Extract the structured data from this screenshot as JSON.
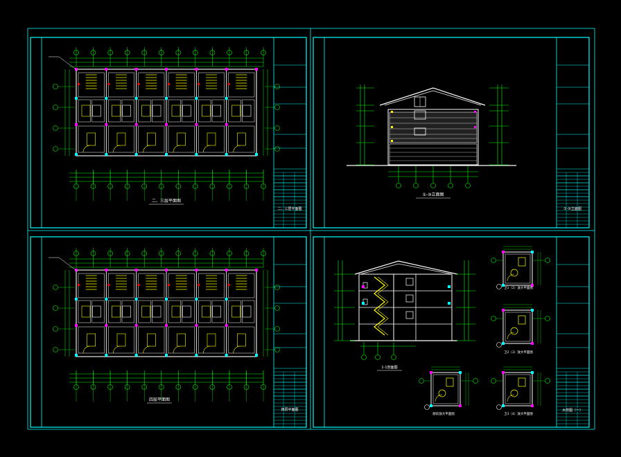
{
  "sheets": [
    {
      "id": "sheet-1",
      "drawing_caption": "二、三层平面图",
      "title_block_label": "二、三层平面图"
    },
    {
      "id": "sheet-2",
      "drawing_caption": "①-⑩立面图",
      "title_block_label": "①-⑩立面图"
    },
    {
      "id": "sheet-3",
      "drawing_caption": "四层平面图",
      "title_block_label": "四层平面图"
    },
    {
      "id": "sheet-4",
      "drawing_caption": "1-1剖面图",
      "title_block_label": "大样图（一）",
      "detail_captions": [
        "卫1（2）放大平面图",
        "卫2（3）放大平面图",
        "厨房放大平面图",
        "卫3（4）放大平面图"
      ]
    }
  ],
  "colors": {
    "background": "#000000",
    "frame": "#00ffff",
    "grid": "#00ff00",
    "walls": "#ffffff",
    "stairs": "#ffff00",
    "doors": "#ff00ff",
    "accent": "#ff0000",
    "text": "#ffffff"
  }
}
